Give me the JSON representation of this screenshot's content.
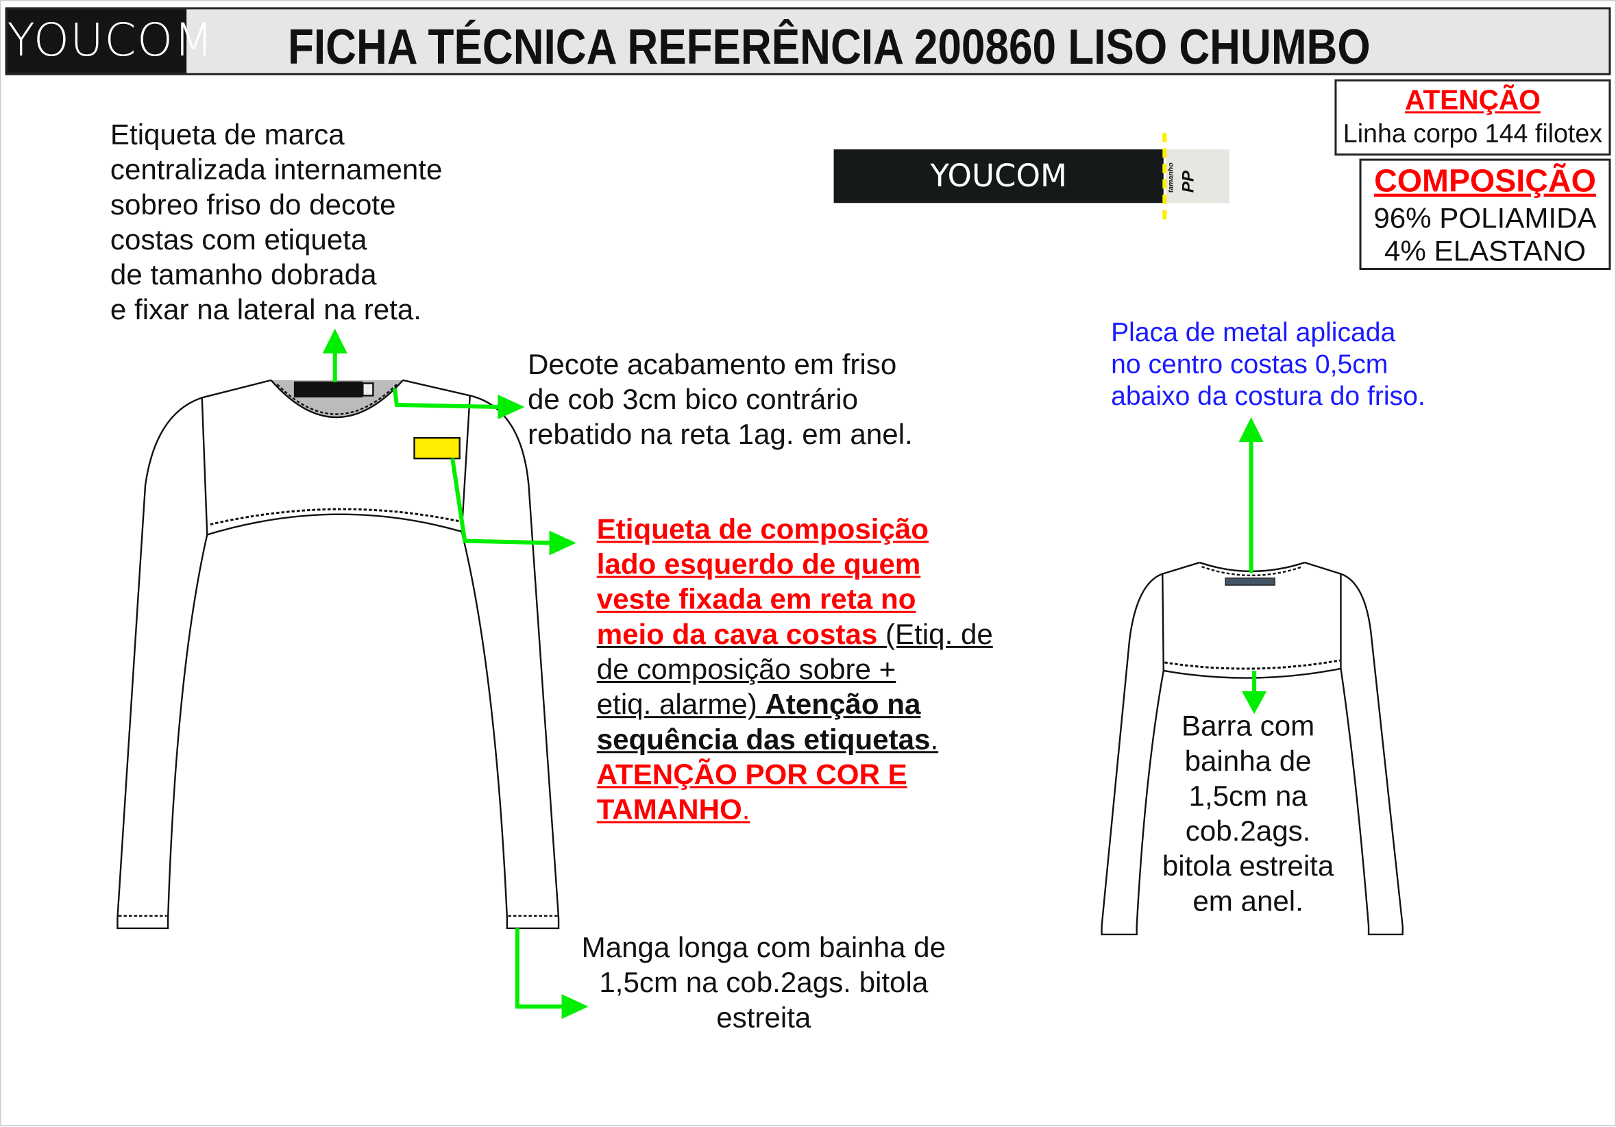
{
  "header": {
    "logo": "YOUCOM",
    "title": "FICHA TÉCNICA REFERÊNCIA 200860 LISO CHUMBO"
  },
  "attention_box": {
    "title": "ATENÇÃO",
    "text": "Linha corpo 144 filotex"
  },
  "composition_box": {
    "title": "COMPOSIÇÃO",
    "lines": [
      "96% POLIAMIDA",
      "4% ELASTANO"
    ]
  },
  "brand_label": {
    "logo": "YOUCOM",
    "size_caption": "tamanho",
    "size": "PP"
  },
  "notes": {
    "brand_label_note": [
      "Etiqueta de marca",
      "centralizada internamente",
      "sobreo friso do decote",
      "costas com etiqueta",
      "de tamanho dobrada",
      "e fixar na lateral na reta."
    ],
    "neckline_note": [
      "Decote acabamento em friso",
      "de cob 3cm bico contrário",
      "rebatido na reta 1ag. em anel."
    ],
    "composition_label_note": {
      "red_lines": [
        "Etiqueta de composição ",
        "lado esquerdo de quem",
        "veste fixada em reta no",
        "meio da cava costas "
      ],
      "black_a": " (Etiq. de",
      "black_b": "de composição sobre + ",
      "black_c": "etiq. alarme) ",
      "bold_a": "Atenção na ",
      "bold_b": "sequência das etiquetas",
      "period": ".",
      "red_bold": [
        "ATENÇÃO POR COR E",
        "TAMANHO"
      ]
    },
    "sleeve_note": [
      "Manga longa com bainha de",
      "1,5cm na cob.2ags. bitola",
      "estreita"
    ],
    "metal_plate_note": [
      "Placa de metal aplicada",
      "no centro costas 0,5cm",
      "abaixo da costura do friso."
    ],
    "hem_note": [
      "Barra com",
      "bainha de",
      "1,5cm na",
      "cob.2ags.",
      "bitola estreita",
      "em anel."
    ]
  },
  "colors": {
    "arrow": "#00ee00",
    "red": "#ff0000",
    "blue": "#1a1aff",
    "label_yellow": "#ffff00"
  }
}
